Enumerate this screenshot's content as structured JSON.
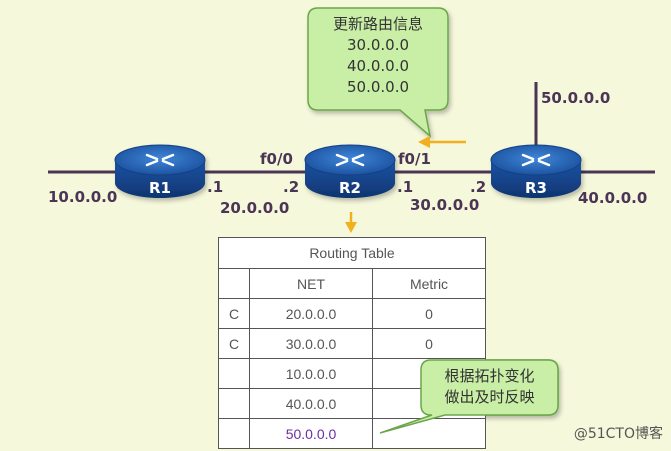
{
  "callout_top": {
    "title": "更新路由信息",
    "lines": [
      "30.0.0.0",
      "40.0.0.0",
      "50.0.0.0"
    ]
  },
  "callout_bottom": {
    "lines": [
      "根据拓扑变化",
      "做出及时反映"
    ]
  },
  "routers": [
    {
      "name": "R1"
    },
    {
      "name": "R2"
    },
    {
      "name": "R3"
    }
  ],
  "labels": {
    "net_10": "10.0.0.0",
    "net_20": "20.0.0.0",
    "net_30": "30.0.0.0",
    "net_40": "40.0.0.0",
    "net_50": "50.0.0.0",
    "r1_port": ".1",
    "r2_left_port": ".2",
    "r2_right_port": ".1",
    "r3_port": ".2",
    "r2_if_left": "f0/0",
    "r2_if_right": "f0/1"
  },
  "routing_table": {
    "title": "Routing Table",
    "headers": [
      "",
      "NET",
      "Metric"
    ],
    "rows": [
      {
        "flag": "C",
        "net": "20.0.0.0",
        "metric": "0"
      },
      {
        "flag": "C",
        "net": "30.0.0.0",
        "metric": "0"
      },
      {
        "flag": "",
        "net": "10.0.0.0",
        "metric": ""
      },
      {
        "flag": "",
        "net": "40.0.0.0",
        "metric": ""
      },
      {
        "flag": "",
        "net": "50.0.0.0",
        "metric": ""
      }
    ]
  },
  "watermark": "@51CTO博客",
  "colors": {
    "background": "#f6f8dc",
    "link": "#4a3554",
    "router_body": "#1f5bb0",
    "callout_fill": "#c9eea6",
    "arrow": "#f2b01e",
    "highlight_text": "#6b2fa0"
  }
}
